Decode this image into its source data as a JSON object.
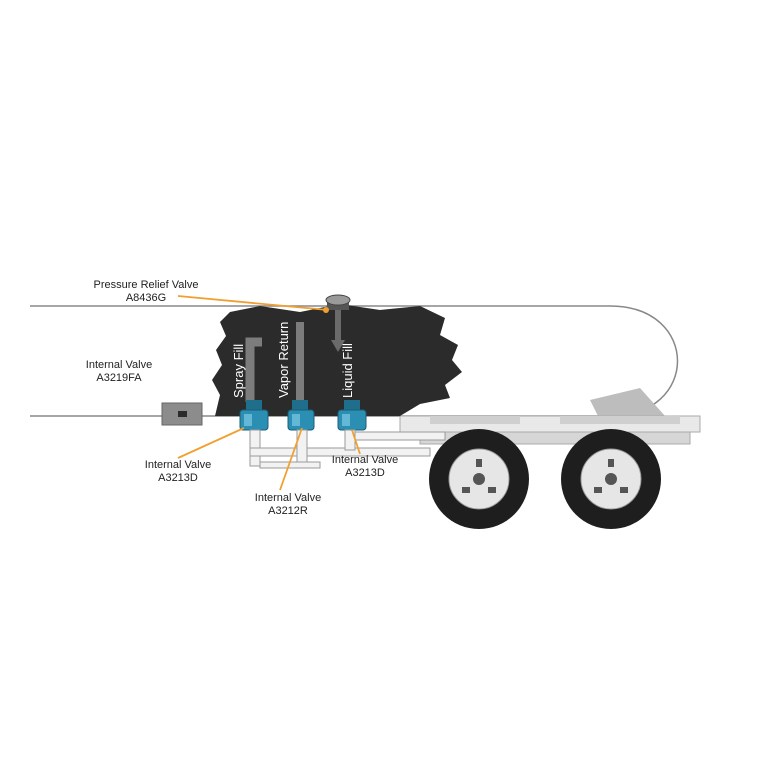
{
  "labels": {
    "pressure_relief": {
      "name": "Pressure Relief Valve",
      "part": "A8436G"
    },
    "internal_top": {
      "name": "Internal Valve",
      "part": "A3219FA"
    },
    "internal_left": {
      "name": "Internal Valve",
      "part": "A3213D"
    },
    "internal_right": {
      "name": "Internal Valve",
      "part": "A3213D"
    },
    "internal_bottom": {
      "name": "Internal Valve",
      "part": "A3212R"
    }
  },
  "pipes": {
    "spray_fill": "Spray Fill",
    "vapor_return": "Vapor Return",
    "liquid_fill": "Liquid Fill"
  },
  "colors": {
    "valve": "#2b8fb3",
    "leader": "#f0a030",
    "cutaway": "#2b2b2b",
    "outline": "#777777"
  }
}
